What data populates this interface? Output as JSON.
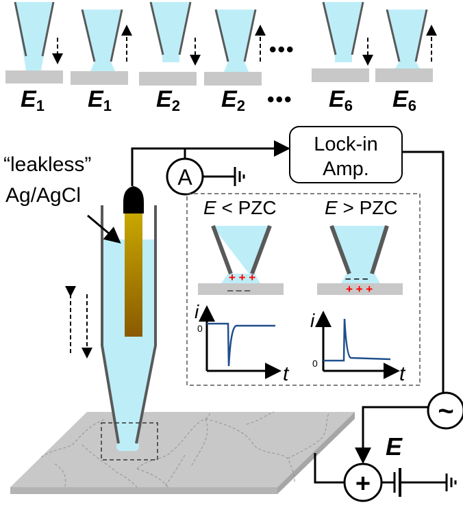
{
  "top_row": {
    "steps": [
      {
        "symbol": "E",
        "subscript": "1",
        "direction": "down"
      },
      {
        "symbol": "E",
        "subscript": "1",
        "direction": "up"
      },
      {
        "symbol": "E",
        "subscript": "2",
        "direction": "down"
      },
      {
        "symbol": "E",
        "subscript": "2",
        "direction": "up"
      },
      {
        "symbol": "E",
        "subscript": "6",
        "direction": "down"
      },
      {
        "symbol": "E",
        "subscript": "6",
        "direction": "up"
      }
    ],
    "ellipsis": "•••"
  },
  "reference_electrode": {
    "line1": "“leakless”",
    "line2": "Ag/AgCl"
  },
  "ammeter": {
    "symbol": "A"
  },
  "lock_in": {
    "line1": "Lock-in",
    "line2": "Amp."
  },
  "ac_source": {
    "symbol": "~"
  },
  "adder": {
    "symbol": "+"
  },
  "bias": {
    "symbol": "E"
  },
  "inset": {
    "left": {
      "title_sym": "E",
      "title_rest": " < PZC",
      "y_axis": "i",
      "x_axis": "t",
      "zero": "0",
      "tip_charge": "+ + +",
      "surface_charge": "– – –"
    },
    "right": {
      "title_sym": "E",
      "title_rest": " > PZC",
      "y_axis": "i",
      "x_axis": "t",
      "zero": "0",
      "tip_charge": "– – –",
      "surface_charge": "+ + +"
    }
  },
  "colors": {
    "electrolyte": "#bdeef8",
    "glass": "#595959",
    "substrate": "#c8c8c8",
    "trace": "#1f4e8c",
    "charge": "#ff0000",
    "electrode": "#9c6f00"
  }
}
